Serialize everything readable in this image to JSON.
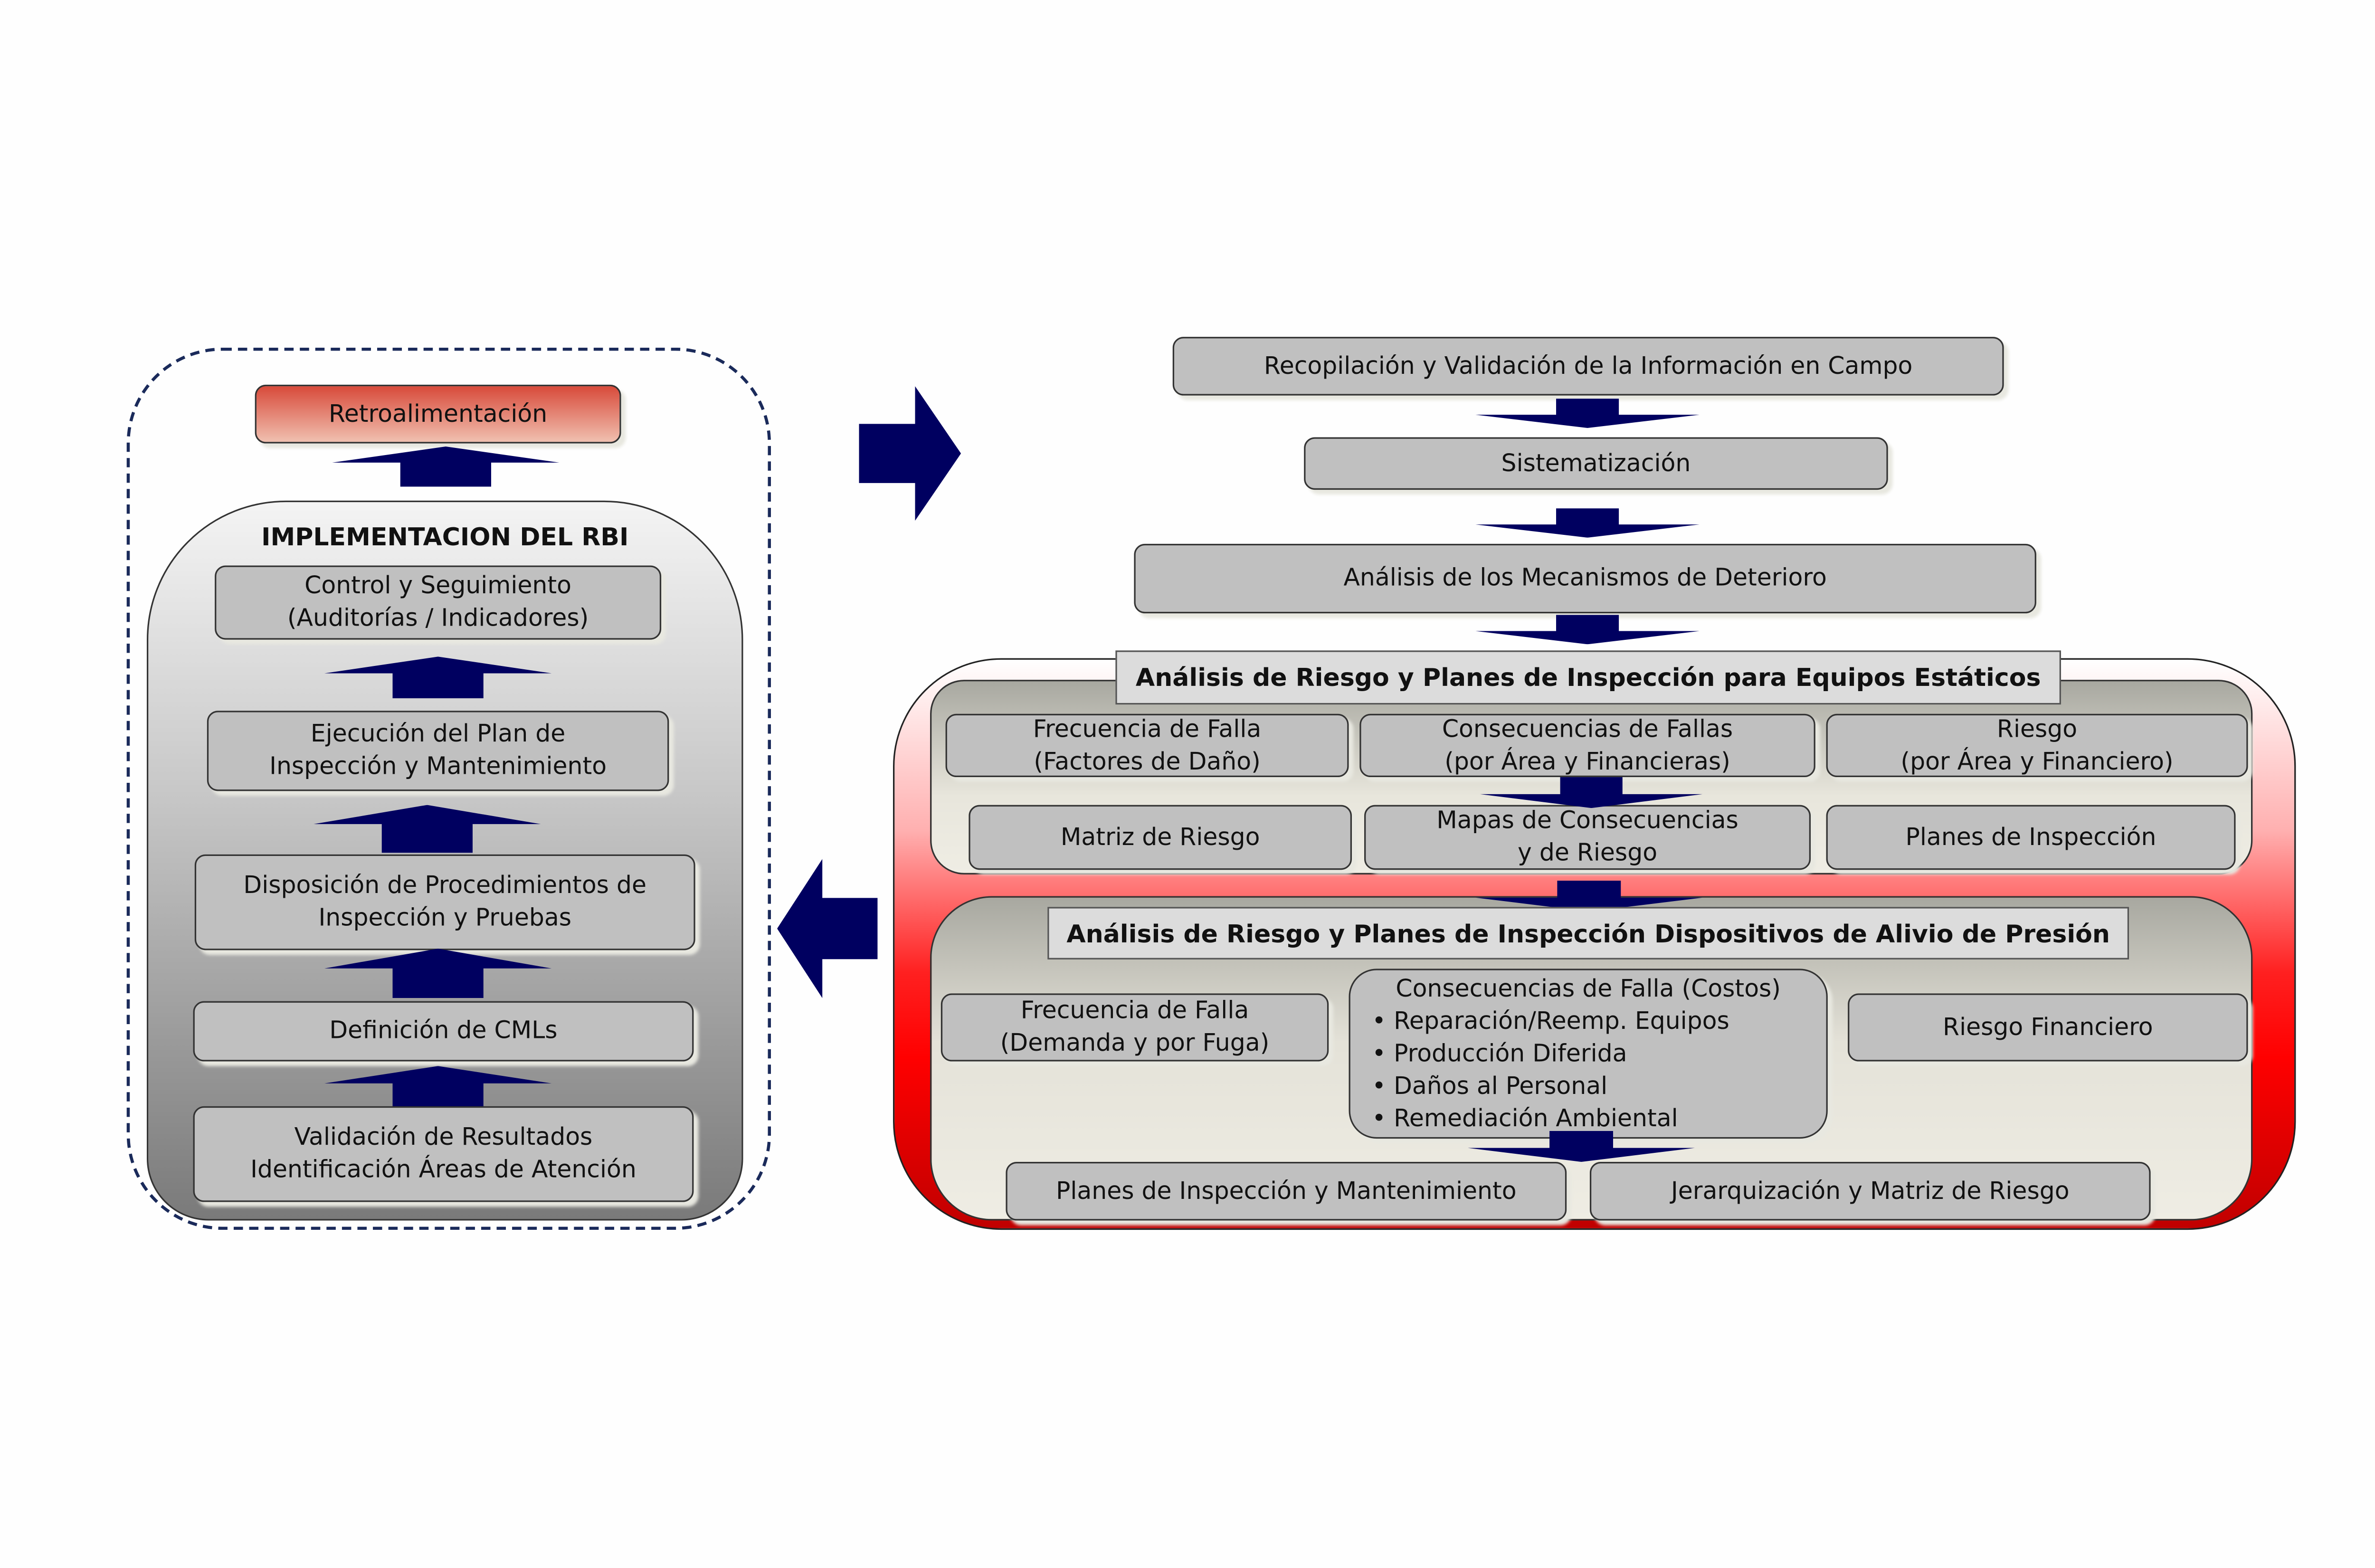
{
  "left_panel": {
    "feedback": "Retroalimentación",
    "title": "IMPLEMENTACION DEL RBI",
    "steps": [
      [
        "Control y Seguimiento",
        "(Auditorías / Indicadores)"
      ],
      [
        "Ejecución del Plan de",
        "Inspección y Mantenimiento"
      ],
      [
        "Disposición de Procedimientos de",
        "Inspección y Pruebas"
      ],
      [
        "Definición de CMLs"
      ],
      [
        "Validación de Resultados",
        "Identificación Áreas de Atención"
      ]
    ]
  },
  "right_panel": {
    "flow": [
      "Recopilación y Validación de la Información en Campo",
      "Sistematización",
      "Análisis de los Mecanismos de Deterioro"
    ],
    "static": {
      "title": "Análisis de Riesgo y Planes de Inspección para Equipos Estáticos",
      "row1": [
        [
          "Frecuencia de Falla",
          "(Factores de Daño)"
        ],
        [
          "Consecuencias  de Fallas",
          "(por Área y Financieras)"
        ],
        [
          "Riesgo",
          "(por Área y Financiero)"
        ]
      ],
      "row2": [
        [
          "Matriz de Riesgo"
        ],
        [
          "Mapas de Consecuencias",
          "y de Riesgo"
        ],
        [
          "Planes de Inspección"
        ]
      ]
    },
    "relief": {
      "title": "Análisis de Riesgo y Planes de Inspección Dispositivos de Alivio de Presión",
      "frequency": [
        "Frecuencia de Falla",
        "(Demanda y por Fuga)"
      ],
      "consequences_title": "Consecuencias de Falla (Costos)",
      "consequences": [
        "• Reparación/Reemp.  Equipos",
        "• Producción Diferida",
        "• Daños al Personal",
        "• Remediación Ambiental"
      ],
      "risk": "Riesgo  Financiero",
      "outputs": [
        "Planes de Inspección y Mantenimiento",
        "Jerarquización y Matriz de Riesgo"
      ]
    }
  },
  "colors": {
    "arrow": "#000060",
    "outer_red": "#ff0000",
    "dashed_border": "#1a2a5a"
  }
}
